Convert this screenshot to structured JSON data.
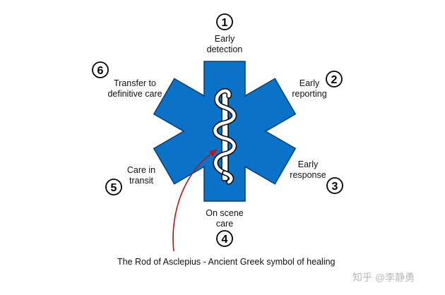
{
  "colors": {
    "star_fill": "#0a73c8",
    "star_stroke": "#063f73",
    "rod_fill": "#ffffff",
    "pointer_line": "#c01010"
  },
  "icons": {
    "emblem": "star-of-life",
    "staff": "rod-of-asclepius"
  },
  "steps": [
    {
      "number": "1",
      "line1": "Early",
      "line2": "detection"
    },
    {
      "number": "2",
      "line1": "Early",
      "line2": "reporting"
    },
    {
      "number": "3",
      "line1": "Early",
      "line2": "response"
    },
    {
      "number": "4",
      "line1": "On scene",
      "line2": "care"
    },
    {
      "number": "5",
      "line1": "Care in",
      "line2": "transit"
    },
    {
      "number": "6",
      "line1": "Transfer to",
      "line2": "definitive care"
    }
  ],
  "caption": "The Rod of Asclepius - Ancient Greek symbol of healing",
  "watermark": "知乎 @李静勇"
}
